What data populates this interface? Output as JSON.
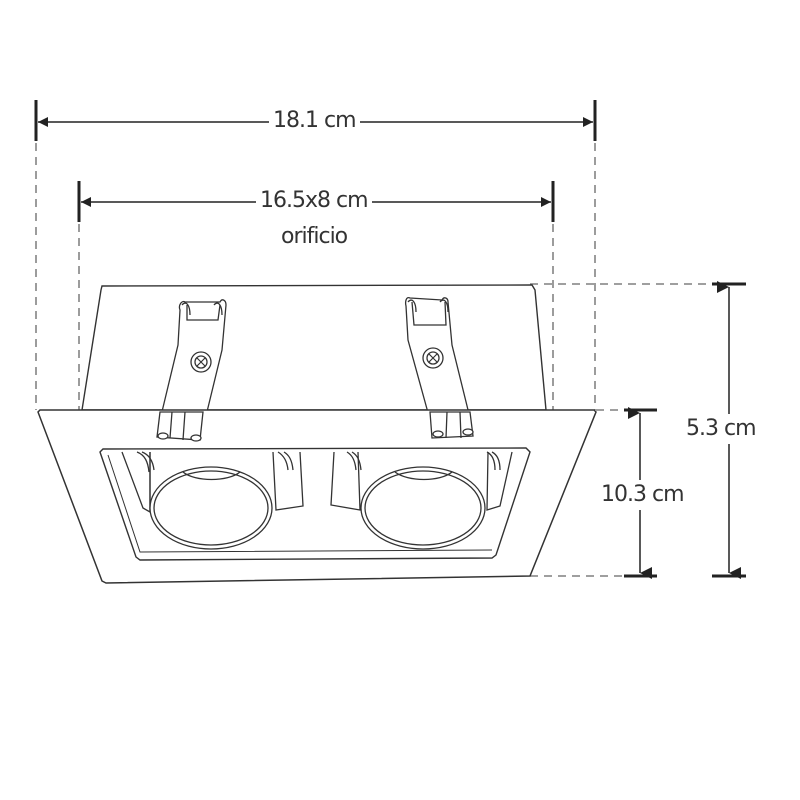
{
  "diagram": {
    "subject": "double recessed downlight housing",
    "colors": {
      "line": "#333333",
      "dim_line": "#222222",
      "dashed": "#555555",
      "background": "#ffffff"
    },
    "dimensions": {
      "overall_width": {
        "label": "18.1 cm",
        "orientation": "horizontal"
      },
      "cutout": {
        "label": "16.5x8 cm",
        "sublabel": "orificio",
        "orientation": "horizontal"
      },
      "overall_height": {
        "label": "5.3 cm",
        "orientation": "vertical"
      },
      "inner_height": {
        "label": "10.3 cm",
        "orientation": "vertical"
      }
    },
    "parts": [
      {
        "name": "trim-frame",
        "description": "trapezoidal front trim plate"
      },
      {
        "name": "housing-body",
        "description": "rear box housing"
      },
      {
        "name": "spring-clip-left",
        "description": "mounting spring clip with screw"
      },
      {
        "name": "spring-clip-right",
        "description": "mounting spring clip with screw"
      },
      {
        "name": "lamp-reflector-left",
        "description": "round reflector cup"
      },
      {
        "name": "lamp-reflector-right",
        "description": "round reflector cup"
      }
    ]
  }
}
